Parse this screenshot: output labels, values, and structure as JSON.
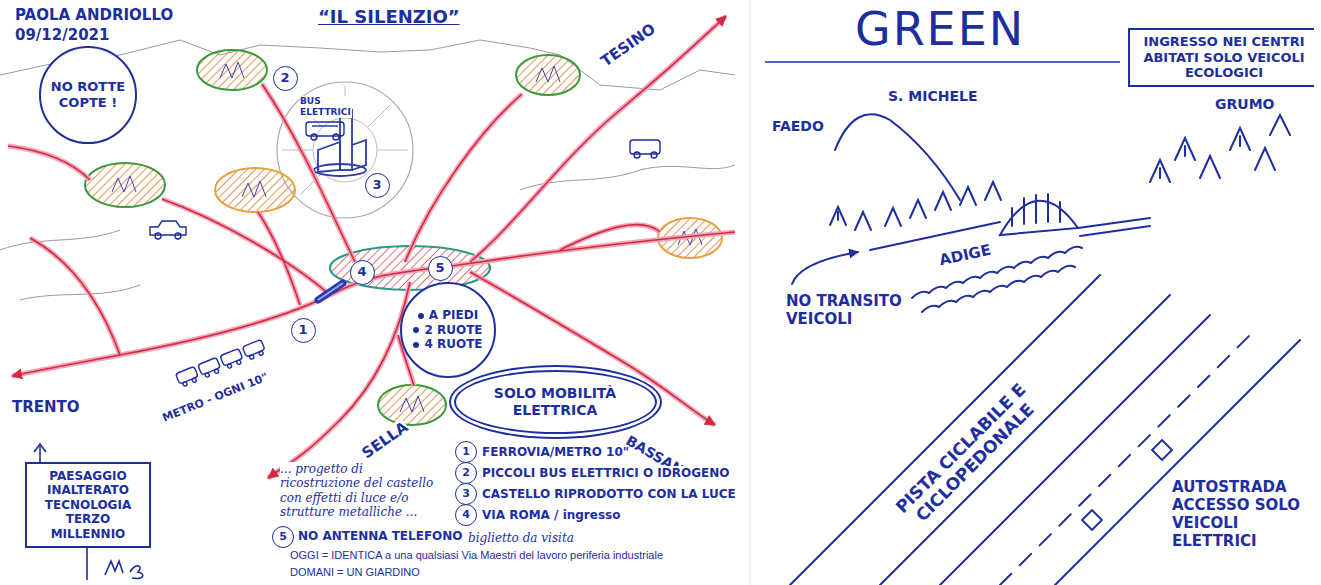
{
  "diagram": {
    "nodes": [
      {
        "text": [
          "NO ROTTE COPTE !"
        ]
      },
      {
        "text": [
          "2"
        ]
      },
      {
        "text": [
          "3"
        ]
      },
      {
        "text": [
          "4"
        ]
      },
      {
        "text": [
          "5"
        ]
      },
      {
        "text": [
          "1"
        ]
      },
      {
        "text": [
          "A PIEDI",
          "2 RUOTE",
          "4 RUOTE"
        ]
      },
      {
        "text": [
          "SOLO MOBILITÀ ELETTRICA"
        ]
      },
      {
        "text": [
          "PAESAGGIO INALTERATO TECNOLOGIA TERZO MILLENNIO"
        ]
      },
      {
        "text": [
          "1"
        ]
      },
      {
        "text": [
          "2"
        ]
      },
      {
        "text": [
          "3"
        ]
      },
      {
        "text": [
          "4"
        ]
      },
      {
        "text": [
          "5"
        ]
      },
      {
        "text": [
          "INGRESSO NEI CENTRI ABITATI SOLO VEICOLI ECOLOGICI"
        ]
      }
    ],
    "labels": [
      "PAOLA ANDRIOLLO",
      "09/12/2021",
      "“IL SILENZIO”",
      "TESINO",
      "BUS ELETTRICI",
      "TRENTO",
      "METRO - OGNI 10\"",
      "SELLA",
      "BASSANO",
      "... progetto di ricostruzione del castello con effetti di luce e/o strutture metalliche ...",
      "FERROVIA/METRO 10\"",
      "PICCOLI BUS ELETTRICI O IDROGENO",
      "CASTELLO RIPRODOTTO CON LA LUCE",
      "VIA ROMA / ingresso",
      "NO ANTENNA TELEFONO",
      "biglietto da visita",
      "OGGI = IDENTICA a una qualsiasi Via Maestri del lavoro periferia industriale",
      "DOMANI = UN GIARDINO",
      "GREEN",
      "FAEDO",
      "S. MICHELE",
      "GRUMO",
      "ADIGE",
      "NO TRANSITO VEICOLI",
      "PISTA CICLABILE E CICLOPEDONALE",
      "AUTOSTRADA ACCESSO SOLO VEICOLI ELETTRICI"
    ]
  }
}
